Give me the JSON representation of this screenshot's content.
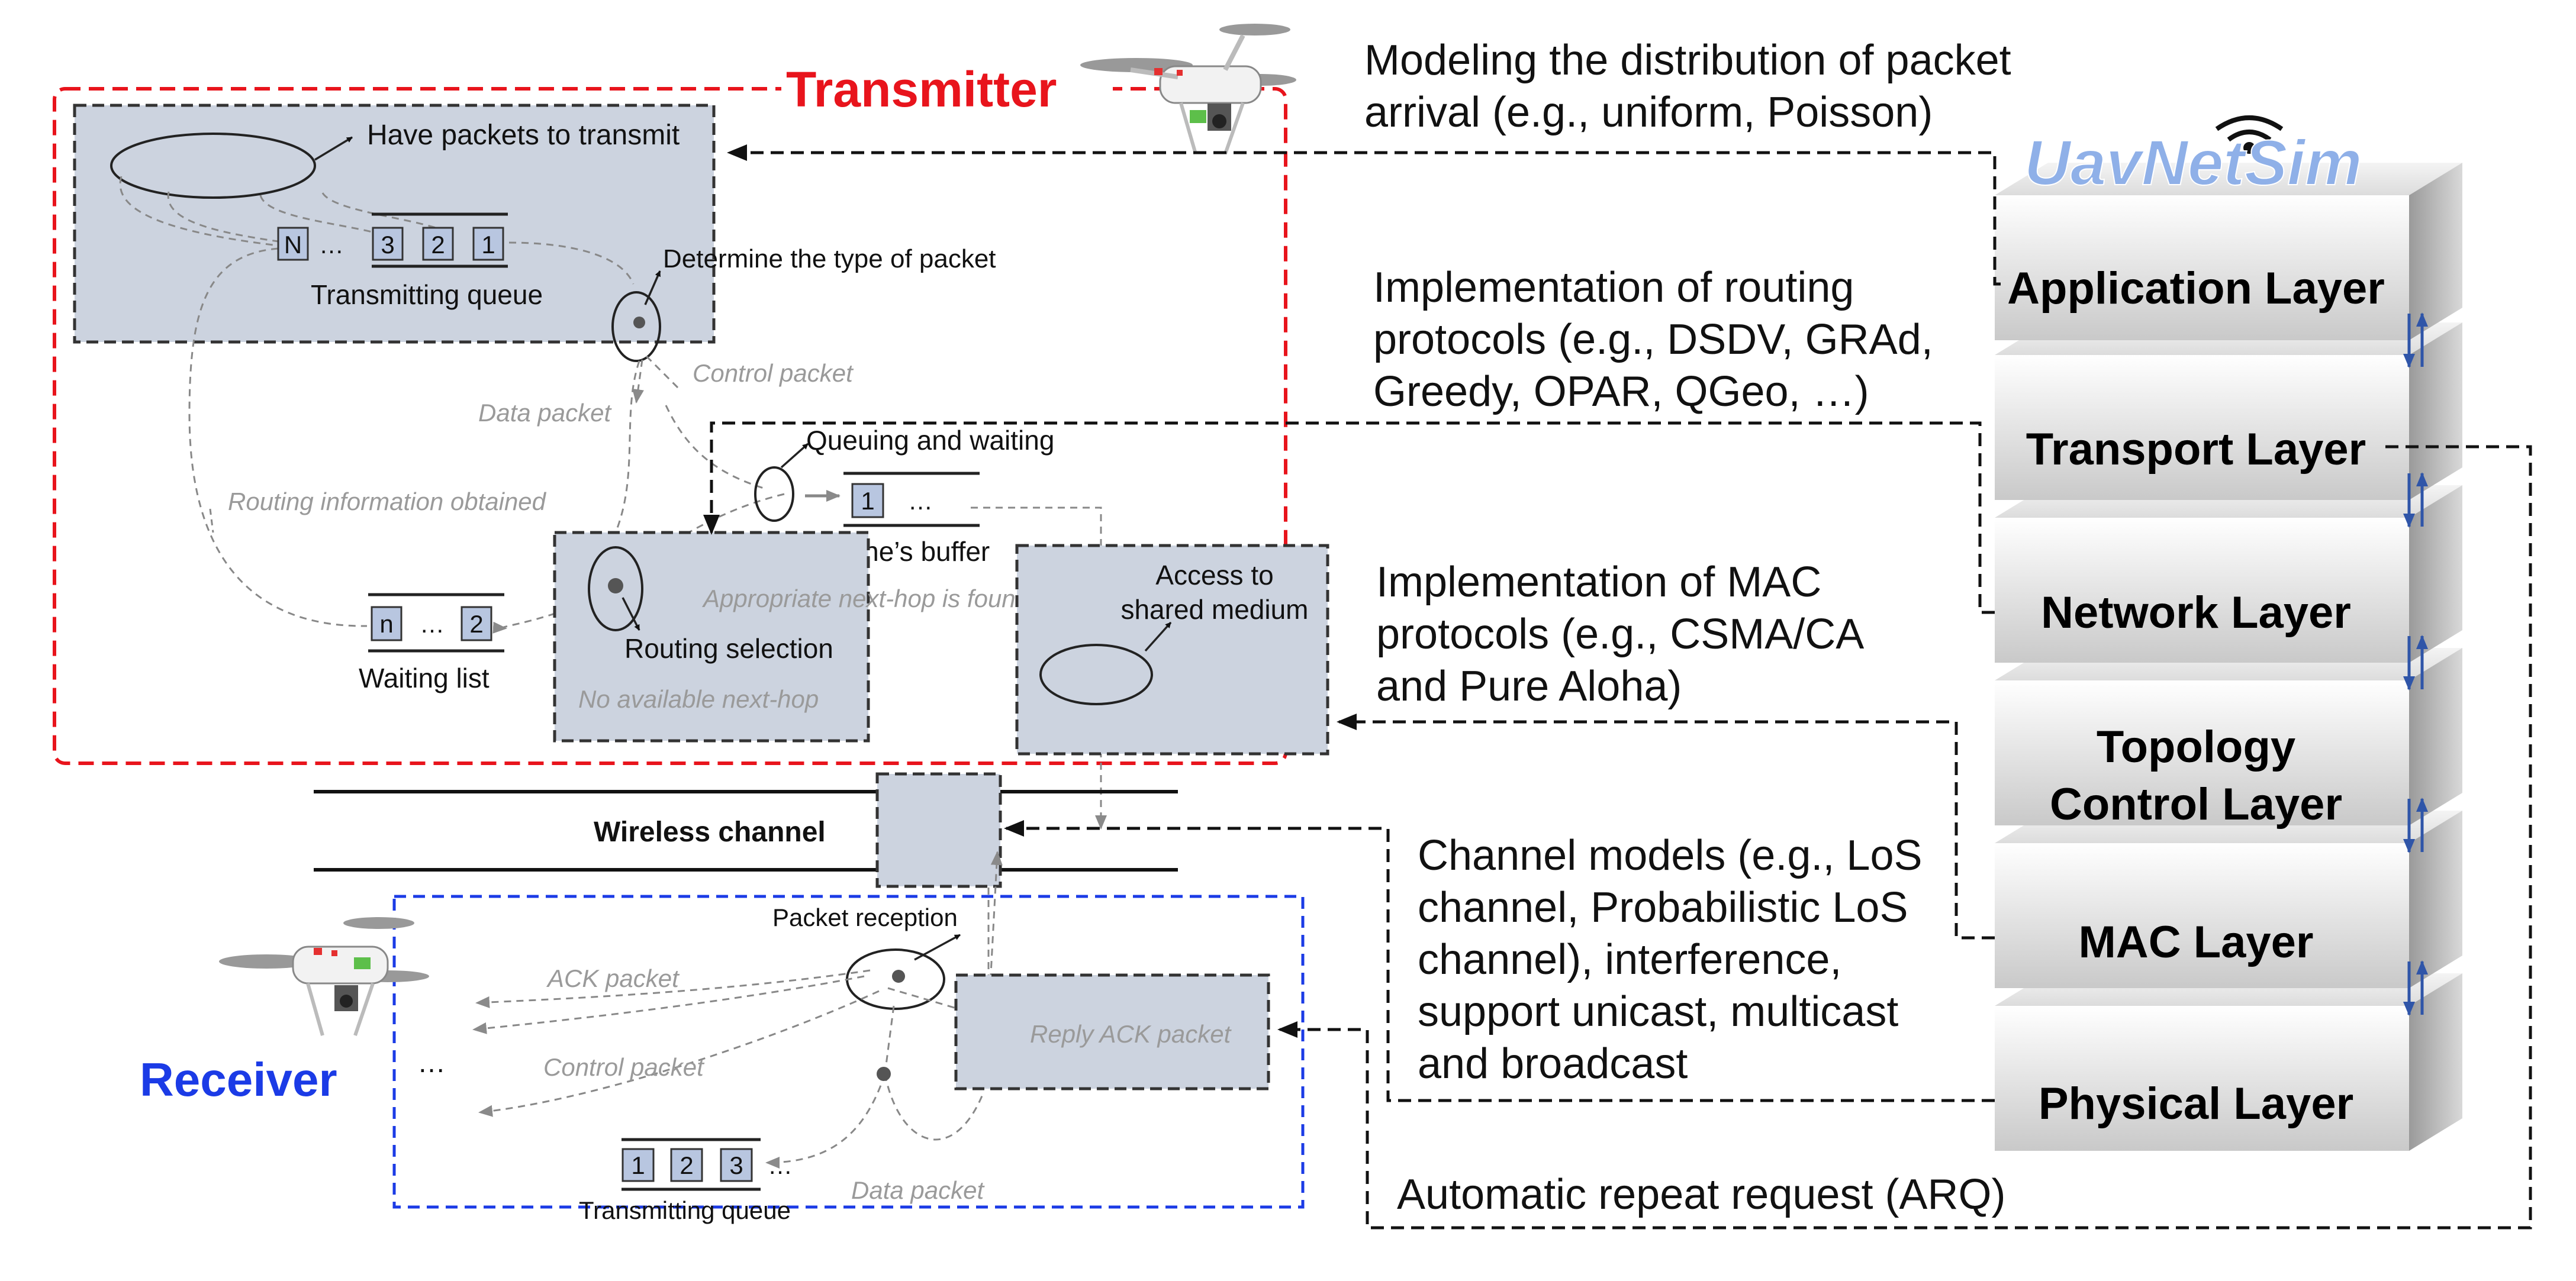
{
  "transmitter": {
    "title": "Transmitter",
    "have_packets": "Have packets to transmit",
    "queue_cells": [
      "N",
      "…",
      "3",
      "2",
      "1"
    ],
    "transmitting_queue": "Transmitting queue",
    "determine_type": "Determine the type of packet",
    "control_packet": "Control packet",
    "data_packet": "Data packet",
    "routing_info": "Routing information obtained",
    "queuing_waiting": "Queuing and waiting",
    "buffer_cells": [
      "1",
      "…"
    ],
    "drones_buffer": "Drone’s buffer",
    "appropriate_next_hop": "Appropriate next-hop is found",
    "access_medium_line1": "Access to",
    "access_medium_line2": "shared medium",
    "routing_selection": "Routing selection",
    "no_next_hop": "No available next-hop",
    "waiting_cells": [
      "n",
      "…",
      "2"
    ],
    "waiting_list": "Waiting list"
  },
  "channel": {
    "label": "Wireless channel"
  },
  "receiver": {
    "title": "Receiver",
    "packet_reception": "Packet reception",
    "ack_packet": "ACK packet",
    "control_packet": "Control packet",
    "ellipsis": "…",
    "reply_ack": "Reply ACK packet",
    "queue_cells": [
      "1",
      "2",
      "3",
      "…"
    ],
    "transmitting_queue": "Transmitting queue",
    "data_packet": "Data packet"
  },
  "stack": {
    "logo": "UavNetSim",
    "layers": [
      {
        "line1": "Application Layer"
      },
      {
        "line1": "Transport Layer"
      },
      {
        "line1": "Network Layer"
      },
      {
        "line1": "Topology",
        "line2": "Control Layer"
      },
      {
        "line1": "MAC Layer"
      },
      {
        "line1": "Physical Layer"
      }
    ]
  },
  "annotations": {
    "app_line1": "Modeling the distribution of packet",
    "app_line2": "arrival (e.g., uniform, Poisson)",
    "routing_line1": "Implementation of routing",
    "routing_line2": "protocols (e.g., DSDV, GRAd,",
    "routing_line3": "Greedy, OPAR, QGeo, …)",
    "mac_line1": "Implementation of MAC",
    "mac_line2": "protocols (e.g., CSMA/CA",
    "mac_line3": "and Pure Aloha)",
    "channel_line1": "Channel models (e.g., LoS",
    "channel_line2": "channel, Probabilistic LoS",
    "channel_line3": "channel), interference,",
    "channel_line4": "support unicast, multicast",
    "channel_line5": "and broadcast",
    "arq": "Automatic repeat request (ARQ)"
  },
  "colors": {
    "transmitter_border": "#e8141c",
    "transmitter_title": "#e8141c",
    "receiver_border": "#1b3be6",
    "receiver_title": "#1b3be6",
    "panel_fill": "#ccd3df",
    "queue_cell": "#b8c6e0",
    "layer_arrow": "#2f55a8",
    "logo": "#8fb0e8"
  }
}
